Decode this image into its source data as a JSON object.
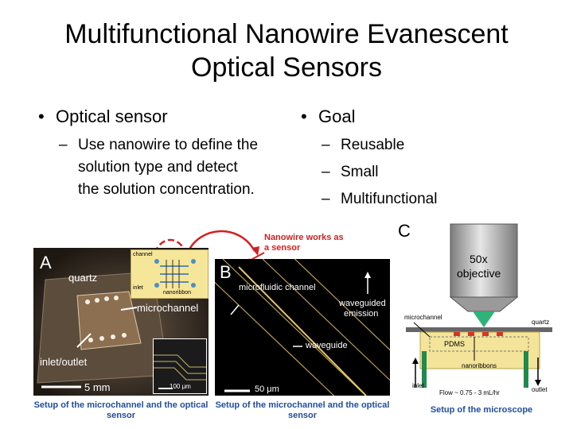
{
  "slide": {
    "title_line1": "Multifunctional Nanowire Evanescent",
    "title_line2": "Optical Sensors"
  },
  "left": {
    "bullet": "Optical sensor",
    "sub": "Use nanowire to define the solution type and detect the solution concentration."
  },
  "right": {
    "bullet": "Goal",
    "subs": [
      "Reusable",
      "Small",
      "Multifunctional"
    ]
  },
  "annotation": {
    "text_line1": "Nanowire works as",
    "text_line2": "a sensor"
  },
  "panelA": {
    "letter": "A",
    "quartz": "quartz",
    "microchannel": "microchannel",
    "inlet_outlet": "inlet/outlet",
    "scale": "5 mm",
    "inset_scale": "100 μm",
    "inset_channel": "channel",
    "inset_inlet": "inlet",
    "inset_nanoribbon": "nanoribbon"
  },
  "panelB": {
    "letter": "B",
    "microfluidic": "microfluidic channel",
    "waveguided_1": "waveguided",
    "waveguided_2": "emission",
    "waveguide": "waveguide",
    "scale": "50 μm"
  },
  "panelC": {
    "letter": "C",
    "objective_1": "50x",
    "objective_2": "objective",
    "microchannel": "microchannel",
    "quartz": "quartz",
    "pdms": "PDMS",
    "nanoribbons": "nanoribbons",
    "inlet": "inlet",
    "outlet": "outlet",
    "flow": "Flow ~ 0.75 - 3 mL/hr"
  },
  "captions": {
    "a": "Setup of the microchannel and the optical sensor",
    "b": "Setup of the microchannel and the optical sensor",
    "c": "Setup of the microscope"
  },
  "colors": {
    "caption": "#1f4e9c",
    "annotation": "#d42020",
    "inset_bg": "#f6e69a"
  }
}
